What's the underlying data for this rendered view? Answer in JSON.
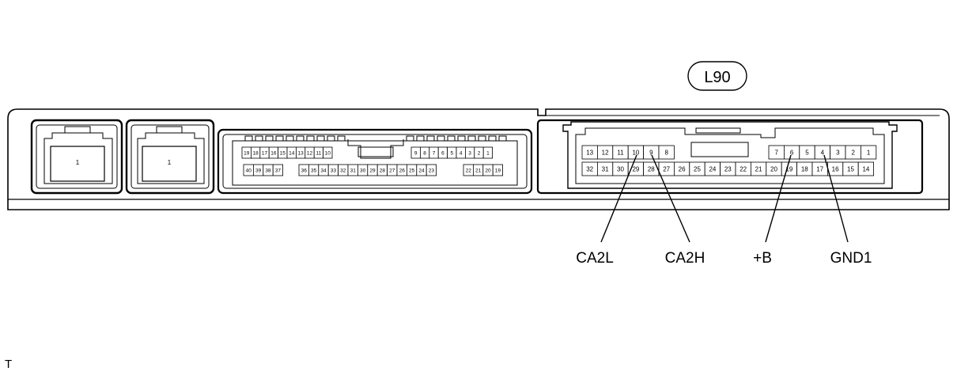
{
  "connector_id": "L90",
  "small_connectors": [
    {
      "pin": "1"
    },
    {
      "pin": "1"
    }
  ],
  "middle_connector": {
    "top_left": [
      "19",
      "18",
      "17",
      "16",
      "15",
      "14",
      "13",
      "12",
      "11",
      "10"
    ],
    "top_right": [
      "9",
      "8",
      "7",
      "6",
      "5",
      "4",
      "3",
      "2",
      "1"
    ],
    "bottom_left": [
      "40",
      "39",
      "38",
      "37"
    ],
    "bottom_mid": [
      "36",
      "35",
      "34",
      "33",
      "32",
      "31",
      "30",
      "29",
      "28",
      "27",
      "26",
      "25",
      "24",
      "23"
    ],
    "bottom_right": [
      "22",
      "21",
      "20",
      "19"
    ]
  },
  "right_connector": {
    "top_left": [
      "13",
      "12",
      "11",
      "10",
      "9",
      "8"
    ],
    "top_right": [
      "7",
      "6",
      "5",
      "4",
      "3",
      "2",
      "1"
    ],
    "bottom": [
      "32",
      "31",
      "30",
      "29",
      "28",
      "27",
      "26",
      "25",
      "24",
      "23",
      "22",
      "21",
      "20",
      "19",
      "18",
      "17",
      "16",
      "15",
      "14"
    ]
  },
  "terminals": [
    "CA2L",
    "CA2H",
    "+B",
    "GND1"
  ],
  "footer_mark": "T"
}
